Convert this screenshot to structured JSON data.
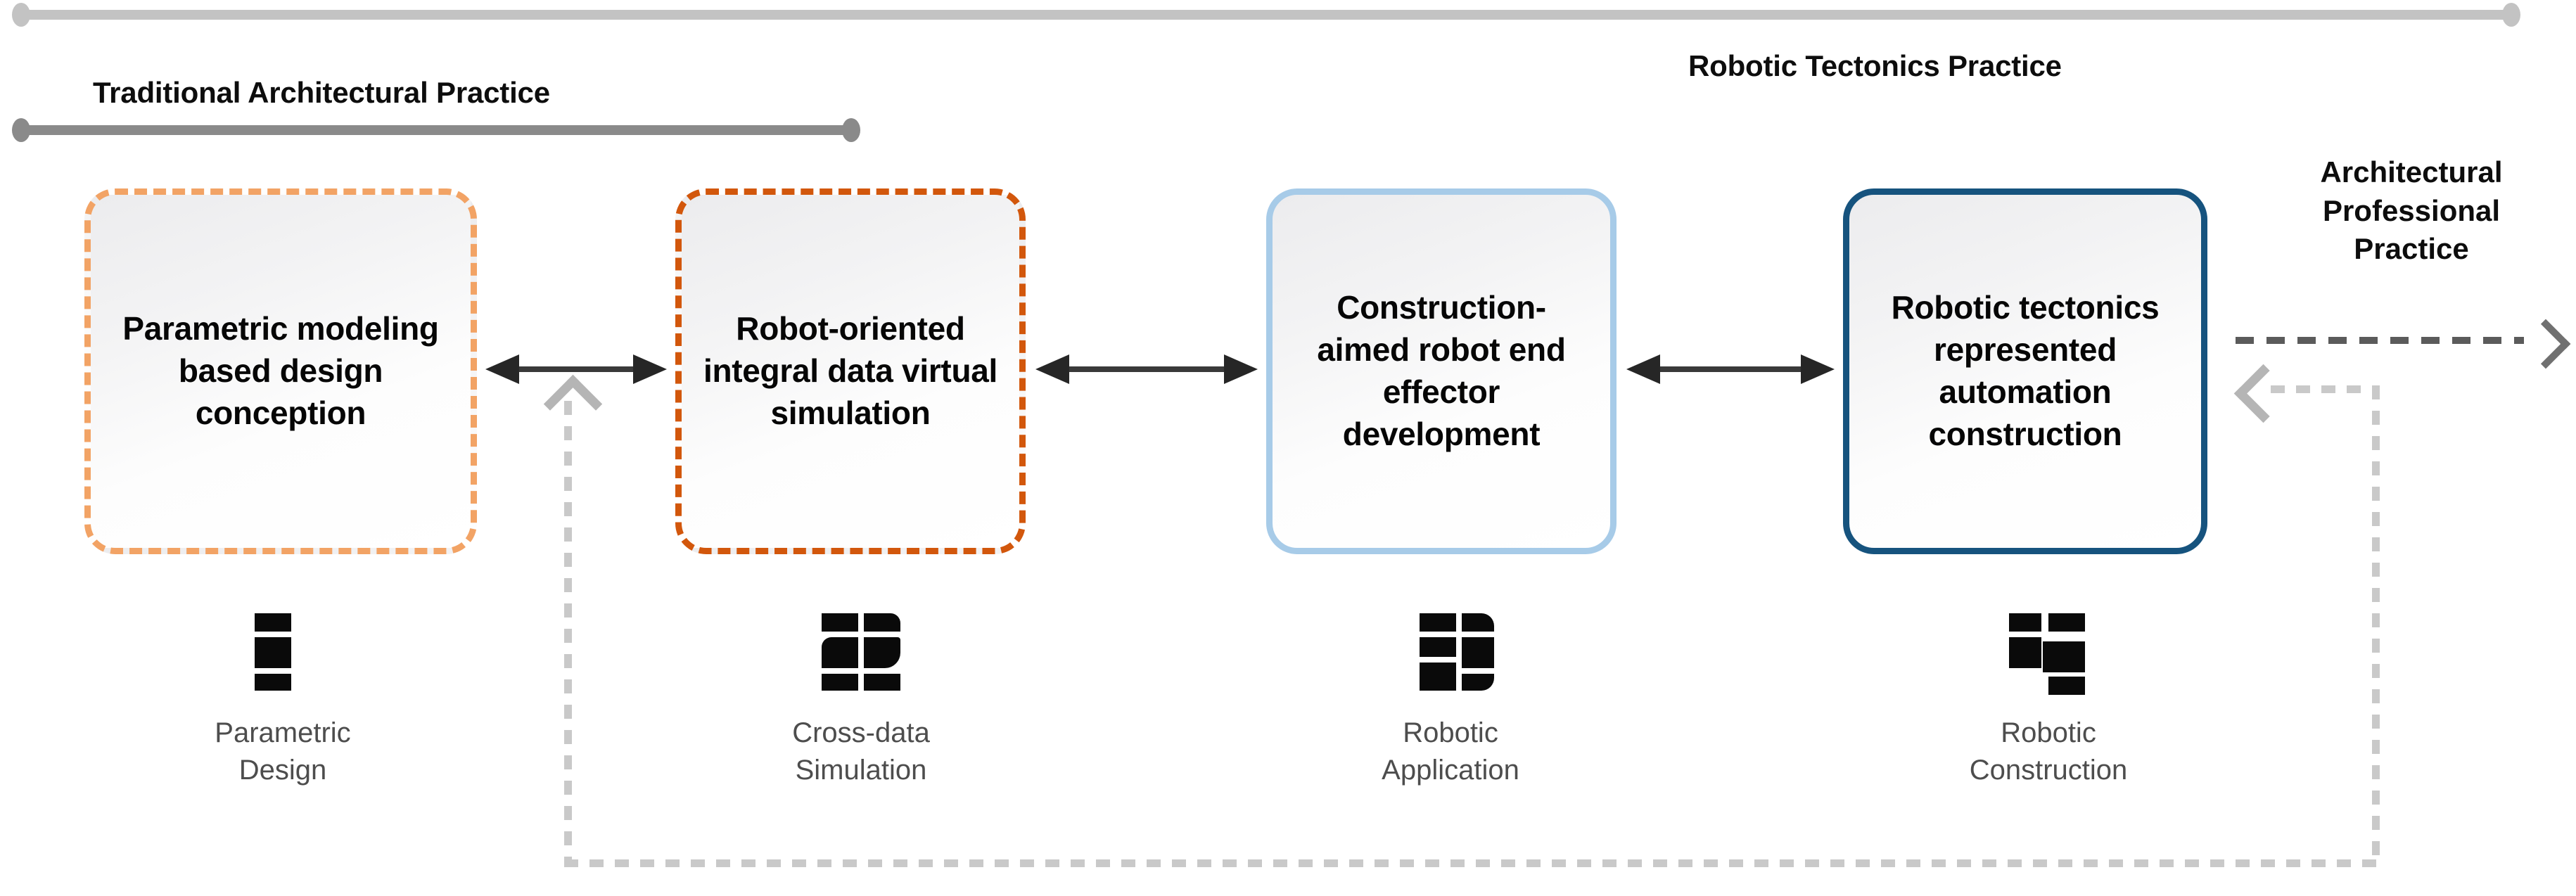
{
  "scopes": [
    {
      "id": "robotic-tectonics-practice",
      "label": "Robotic Tectonics Practice",
      "color": "#c3c3c3"
    },
    {
      "id": "traditional-architectural-practice",
      "label": "Traditional Architectural Practice",
      "color": "#8a8a8a"
    }
  ],
  "stages": [
    {
      "id": "parametric-modeling",
      "title": "Parametric modeling based design conception",
      "border_color": "#f2a365",
      "border_style": "dashed",
      "icon": "parametric-design-icon",
      "caption": "Parametric\nDesign"
    },
    {
      "id": "robot-oriented-simulation",
      "title": "Robot-oriented integral data virtual simulation",
      "border_color": "#d2570c",
      "border_style": "dashed",
      "icon": "cross-data-simulation-icon",
      "caption": "Cross-data\nSimulation"
    },
    {
      "id": "end-effector-development",
      "title": "Construction-aimed robot end effector development",
      "border_color": "#a7cbe8",
      "border_style": "solid",
      "icon": "robotic-application-icon",
      "caption": "Robotic\nApplication"
    },
    {
      "id": "robotic-tectonics-construction",
      "title": "Robotic tectonics represented automation construction",
      "border_color": "#16537e",
      "border_style": "solid",
      "icon": "robotic-construction-icon",
      "caption": "Robotic\nConstruction"
    }
  ],
  "connectors": {
    "bidirectional_label": "",
    "count": 3
  },
  "professional_practice": {
    "label": "Architectural\nProfessional\nPractice",
    "arrow_color": "#5b5b5b"
  },
  "feedback_loop": {
    "color": "#c9c9c9",
    "style": "dashed"
  }
}
